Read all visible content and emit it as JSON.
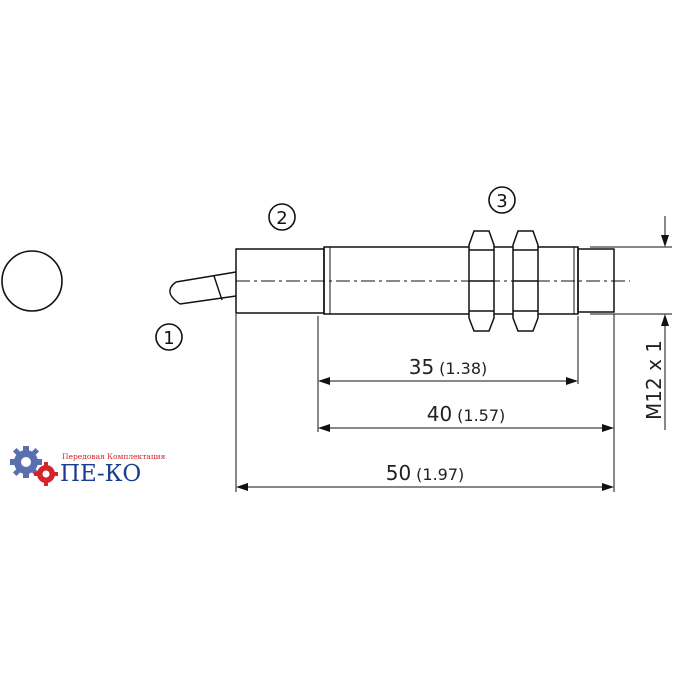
{
  "callouts": {
    "c1": "1",
    "c2": "2",
    "c3": "3"
  },
  "dimensions": {
    "d35": {
      "value": "35",
      "inch": "(1.38)"
    },
    "d40": {
      "value": "40",
      "inch": "(1.57)"
    },
    "d50": {
      "value": "50",
      "inch": "(1.97)"
    },
    "thread": "M12 x 1"
  },
  "logo": {
    "tagline": "Передовая Комплектация",
    "name": "ПЕ-КО",
    "colors": {
      "red": "#d3242b",
      "blue": "#1a3d8f",
      "gear": "#5a6fb0"
    }
  }
}
